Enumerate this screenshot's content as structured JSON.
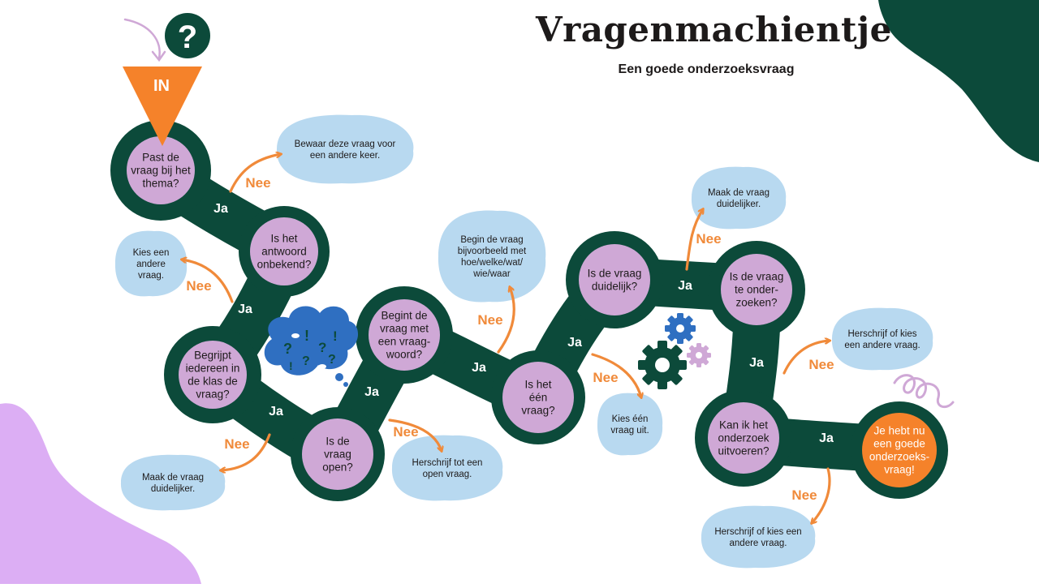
{
  "header": {
    "title": "Vragenmachientje",
    "subtitle": "Een goede onderzoeksvraag"
  },
  "colors": {
    "track": "#0c4a3a",
    "node": "#cfa8d6",
    "final_node": "#f5822a",
    "advice": "#b8d9f0",
    "arrow": "#f08a3a",
    "corner_green": "#0c4a3a",
    "corner_purple": "#dcaef4"
  },
  "entry": {
    "label": "IN",
    "icon": "question-mark-icon"
  },
  "nodes": [
    {
      "id": "q1",
      "lines": [
        "Past de",
        "vraag bij het",
        "thema?"
      ]
    },
    {
      "id": "q2",
      "lines": [
        "Is het",
        "antwoord",
        "onbekend?"
      ]
    },
    {
      "id": "q3",
      "lines": [
        "Begrijpt",
        "iedereen in",
        "de klas de",
        "vraag?"
      ]
    },
    {
      "id": "q4",
      "lines": [
        "Is de",
        "vraag",
        "open?"
      ]
    },
    {
      "id": "q5",
      "lines": [
        "Begint de",
        "vraag met",
        "een vraag-",
        "woord?"
      ]
    },
    {
      "id": "q6",
      "lines": [
        "Is het",
        "één",
        "vraag?"
      ]
    },
    {
      "id": "q7",
      "lines": [
        "Is de vraag",
        "duidelijk?"
      ]
    },
    {
      "id": "q8",
      "lines": [
        "Is de vraag",
        "te onder-",
        "zoeken?"
      ]
    },
    {
      "id": "q9",
      "lines": [
        "Kan ik het",
        "onderzoek",
        "uitvoeren?"
      ]
    },
    {
      "id": "final",
      "lines": [
        "Je hebt nu",
        "een goede",
        "onderzoeks-",
        "vraag!"
      ]
    }
  ],
  "ja_labels": [
    "Ja",
    "Ja",
    "Ja",
    "Ja",
    "Ja",
    "Ja",
    "Ja",
    "Ja",
    "Ja"
  ],
  "nee_label": "Nee",
  "advice": [
    {
      "id": "a1",
      "lines": [
        "Bewaar deze vraag voor",
        "een andere keer."
      ]
    },
    {
      "id": "a2",
      "lines": [
        "Kies een",
        "andere",
        "vraag."
      ]
    },
    {
      "id": "a3",
      "lines": [
        "Maak de vraag",
        "duidelijker."
      ]
    },
    {
      "id": "a4",
      "lines": [
        "Herschrijf tot een",
        "open vraag."
      ]
    },
    {
      "id": "a5",
      "lines": [
        "Begin de vraag",
        "bijvoorbeeld met",
        "hoe/welke/wat/",
        "wie/waar"
      ]
    },
    {
      "id": "a6",
      "lines": [
        "Kies één",
        "vraag uit."
      ]
    },
    {
      "id": "a7",
      "lines": [
        "Maak de vraag",
        "duidelijker."
      ]
    },
    {
      "id": "a8",
      "lines": [
        "Herschrijf of kies",
        "een andere vraag."
      ]
    },
    {
      "id": "a9",
      "lines": [
        "Herschrijf of kies een",
        "andere vraag."
      ]
    }
  ]
}
